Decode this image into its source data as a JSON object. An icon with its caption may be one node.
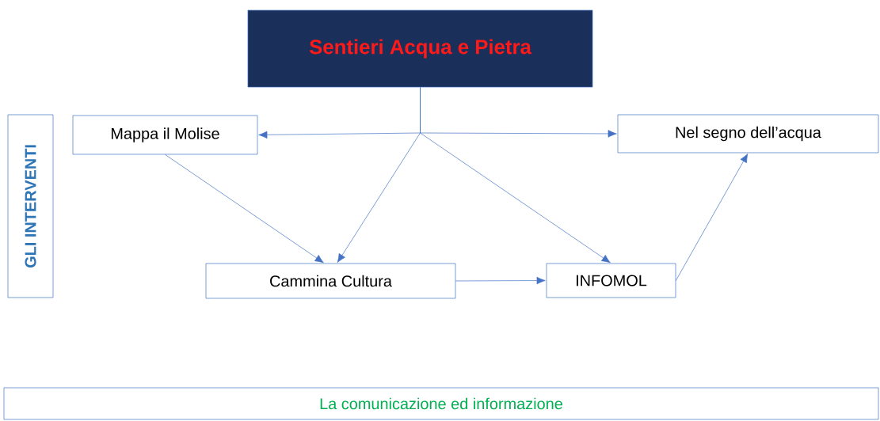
{
  "diagram": {
    "nodes": [
      {
        "text": [
          "Sentieri Acqua e Pietra"
        ]
      },
      {
        "text": [
          "GLI INTERVENTI"
        ]
      },
      {
        "text": [
          "Mappa il Molise"
        ]
      },
      {
        "text": [
          "Nel segno dell’acqua"
        ]
      },
      {
        "text": [
          "Cammina Cultura"
        ]
      },
      {
        "text": [
          "INFOMOL"
        ]
      },
      {
        "text": [
          "La comunicazione ed informazione"
        ]
      }
    ],
    "edges": [
      {
        "from": 0,
        "to": 2,
        "arrow": "to"
      },
      {
        "from": 0,
        "to": 3,
        "arrow": "to"
      },
      {
        "from": 0,
        "to": 4,
        "arrow": "to"
      },
      {
        "from": 0,
        "to": 5,
        "arrow": "to"
      },
      {
        "from": 2,
        "to": 4,
        "arrow": "to"
      },
      {
        "from": 4,
        "to": 5,
        "arrow": "to"
      },
      {
        "from": 5,
        "to": 3,
        "arrow": "to"
      }
    ]
  }
}
